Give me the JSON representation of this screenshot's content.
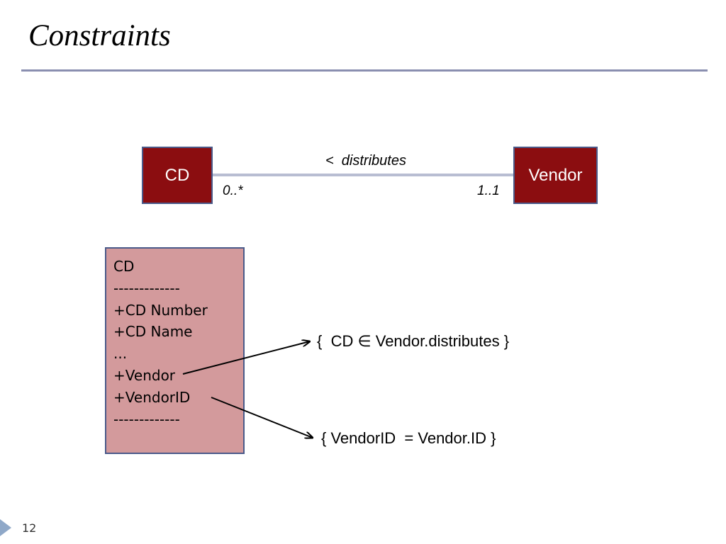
{
  "slide": {
    "title": "Constraints",
    "page_number": "12"
  },
  "association": {
    "left_entity": "CD",
    "right_entity": "Vendor",
    "label": "<  distributes",
    "left_multiplicity": "0..*",
    "right_multiplicity": "1..1"
  },
  "class_box": {
    "lines": [
      "CD",
      "-------------",
      "+CD Number",
      "+CD Name",
      "...",
      "+Vendor",
      "+VendorID",
      "-------------"
    ]
  },
  "constraints": [
    "{  CD ∈ Vendor.distributes }",
    "{ VendorID  = Vendor.ID }"
  ],
  "colors": {
    "entity_fill": "#8b0d10",
    "class_fill": "#d39a9c",
    "border": "#4a5a8a",
    "rule": "#8a8fb0",
    "marker": "#8fa8c8"
  }
}
